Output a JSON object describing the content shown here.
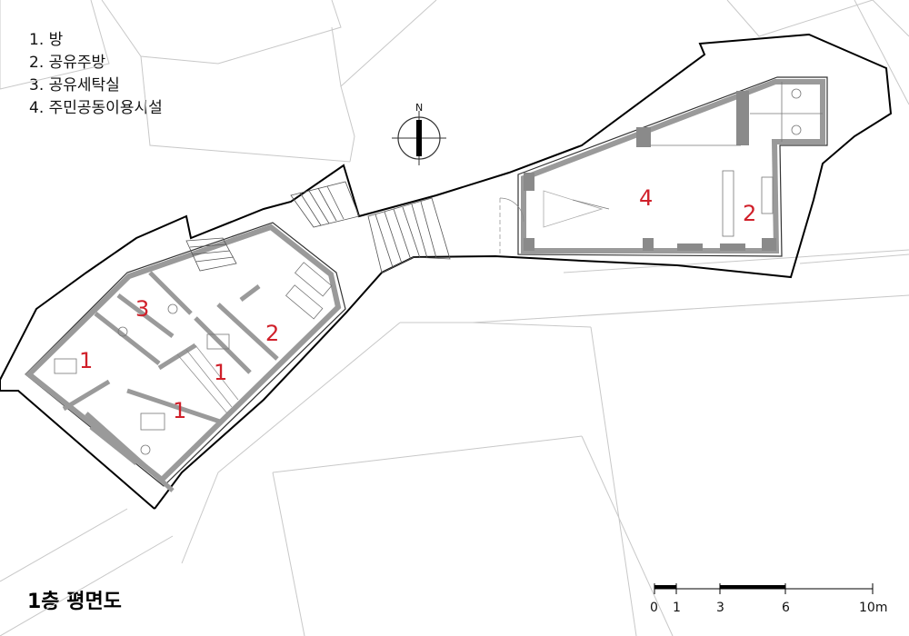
{
  "legend": {
    "items": [
      "1. 방",
      "2. 공유주방",
      "3. 공유세탁실",
      "4. 주민공동이용시설"
    ]
  },
  "title": "1층 평면도",
  "compass": {
    "label": "N"
  },
  "rooms": [
    {
      "id": "room-1-a",
      "label": "1"
    },
    {
      "id": "room-1-b",
      "label": "1"
    },
    {
      "id": "room-1-c",
      "label": "1"
    },
    {
      "id": "kitchen-west",
      "label": "2"
    },
    {
      "id": "laundry",
      "label": "3"
    },
    {
      "id": "community-facility",
      "label": "4"
    },
    {
      "id": "kitchen-east",
      "label": "2"
    }
  ],
  "scale_bar": {
    "ticks": [
      {
        "value": 0,
        "label": "0"
      },
      {
        "value": 1,
        "label": "1"
      },
      {
        "value": 3,
        "label": "3"
      },
      {
        "value": 6,
        "label": "6"
      },
      {
        "value": 10,
        "label": "10m"
      }
    ]
  },
  "colors": {
    "room_number": "#d0202a",
    "wall_fill": "#9a9a9a",
    "site_line": "#000000",
    "context_line": "#c8c8c8"
  }
}
